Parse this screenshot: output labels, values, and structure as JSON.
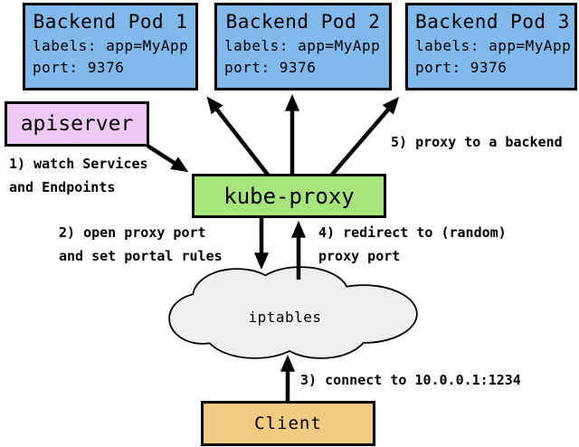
{
  "colors": {
    "pod_fill": "#82b9eb",
    "apiserver_fill": "#eec9f5",
    "kube_proxy_fill": "#a6e47c",
    "client_fill": "#f0cb81",
    "cloud_fill": "#efefef",
    "line_color": "#000000"
  },
  "pods": [
    {
      "title": "Backend Pod 1",
      "labels": "labels: app=MyApp",
      "port": "port: 9376"
    },
    {
      "title": "Backend Pod 2",
      "labels": "labels: app=MyApp",
      "port": "port: 9376"
    },
    {
      "title": "Backend Pod 3",
      "labels": "labels: app=MyApp",
      "port": "port: 9376"
    }
  ],
  "nodes": {
    "apiserver": "apiserver",
    "kube_proxy": "kube-proxy",
    "iptables": "iptables",
    "client": "Client"
  },
  "annotations": {
    "step1": "1) watch Services\nand Endpoints",
    "step2": "2) open proxy port\nand set portal rules",
    "step3": "3) connect to 10.0.0.1:1234",
    "step4": "4) redirect to (random)\nproxy port",
    "step5": "5) proxy to a backend"
  }
}
